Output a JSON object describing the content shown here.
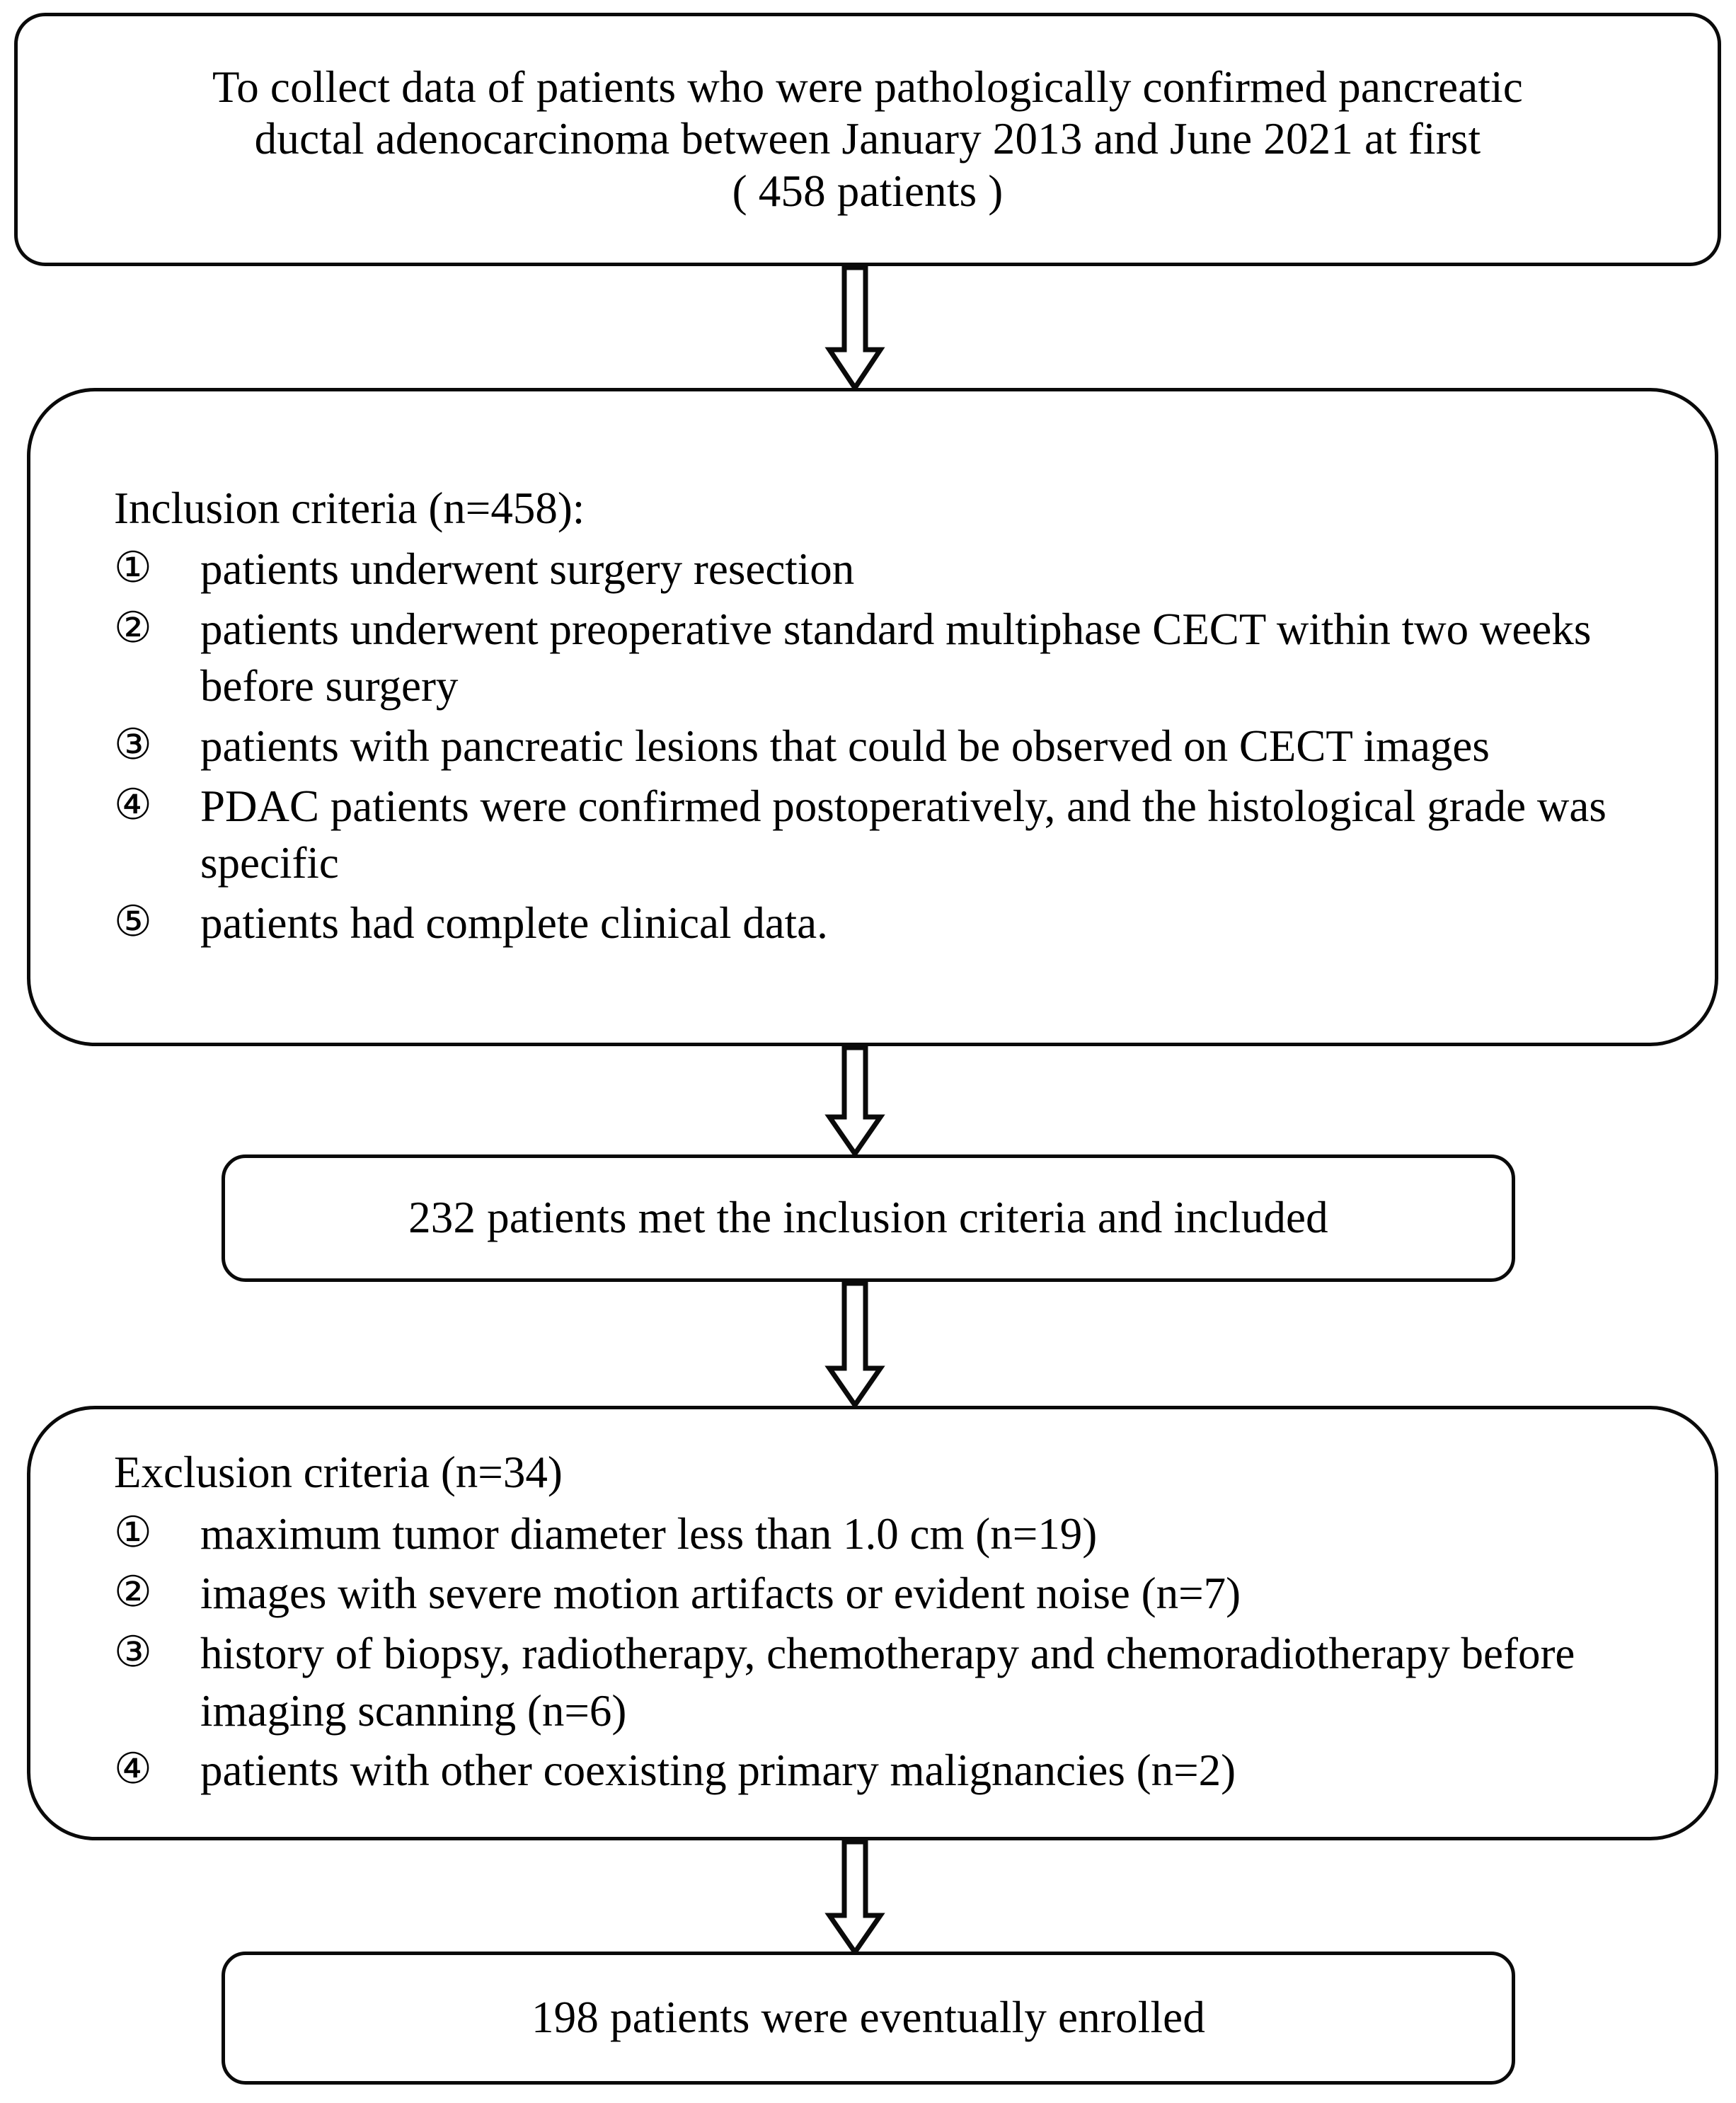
{
  "figure": {
    "type": "patient-selection-flowchart",
    "orientation": "vertical-top-to-bottom"
  },
  "nodes": {
    "enrollment": {
      "lines": [
        "To collect data of patients who were pathologically confirmed pancreatic",
        "ductal adenocarcinoma between January 2013 and June 2021 at first",
        "( 458 patients )"
      ]
    },
    "inclusion": {
      "title": "Inclusion criteria (n=458):",
      "items": [
        {
          "marker": "①",
          "text": "patients underwent surgery resection"
        },
        {
          "marker": "②",
          "text": "patients underwent preoperative standard multiphase CECT within two weeks before surgery"
        },
        {
          "marker": "③",
          "text": "patients with pancreatic lesions that could be observed on CECT images"
        },
        {
          "marker": "④",
          "text": "PDAC patients were confirmed postoperatively, and the histological grade was specific"
        },
        {
          "marker": "⑤",
          "text": "patients had complete clinical data."
        }
      ]
    },
    "met_criteria": {
      "lines": [
        "232 patients met the inclusion criteria and included"
      ]
    },
    "exclusion": {
      "title": "Exclusion criteria (n=34)",
      "items": [
        {
          "marker": "①",
          "text": "maximum tumor diameter less than 1.0 cm (n=19)"
        },
        {
          "marker": "②",
          "text": "images with severe motion artifacts or evident noise (n=7)"
        },
        {
          "marker": "③",
          "text": "history of biopsy, radiotherapy, chemotherapy and chemoradiotherapy before imaging scanning (n=6)"
        },
        {
          "marker": "④",
          "text": "patients with other coexisting primary malignancies (n=2)"
        }
      ]
    },
    "enrolled": {
      "lines": [
        "198 patients were eventually enrolled"
      ]
    }
  },
  "counts": {
    "initial_patients": 458,
    "inclusion_n": 458,
    "met_inclusion": 232,
    "exclusion_total": 34,
    "excluded_small_tumor": 19,
    "excluded_motion_artifacts": 7,
    "excluded_prior_therapy": 6,
    "excluded_other_malignancy": 2,
    "final_enrolled": 198
  },
  "colors": {
    "stroke": "#0a0a0a",
    "fill": "#ffffff",
    "text": "#000000"
  }
}
